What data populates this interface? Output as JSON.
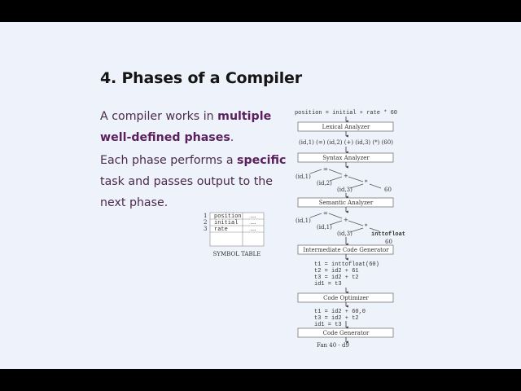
{
  "slide": {
    "title": "4. Phases of a Compiler",
    "paragraphs": [
      {
        "before": "A compiler works in ",
        "bold": "multiple well-defined phases",
        "after": "."
      },
      {
        "before": "Each phase performs a ",
        "bold": "specific",
        "after": " task and passes output to the next phase."
      }
    ]
  },
  "diagram": {
    "source": "position = initial + rate * 60",
    "phases": [
      "Lexical Analyzer",
      "Syntax Analyzer",
      "Semantic Analyzer",
      "Intermediate Code Generator",
      "Code Optimizer",
      "Code Generator"
    ],
    "tokens": "(id,1) (=) (id,2) (+) (id,3) (*) (60)",
    "syntax_tree": {
      "assign": "=",
      "plus": "+",
      "times": "*",
      "id1": "(id,1)",
      "id2": "(id,2)",
      "id3": "(id,3)",
      "num": "60"
    },
    "semantic_tree": {
      "assign": "=",
      "plus": "+",
      "times": "*",
      "id1": "(id,1)",
      "id2": "(id,1)",
      "id3": "(id,3)",
      "conv": "inttofloat",
      "num": "60"
    },
    "intermediate_code": [
      "t1 = inttofloat(60)",
      "t2 = id2 + 61",
      "t3 = id2 + t2",
      "id1 = t3"
    ],
    "optimized_code": [
      "t1 = id2 + 60,0",
      "t3 = id2 + t2",
      "id1 = t3"
    ],
    "target_code_partial": "Fan 40 - d9"
  },
  "symbol_table": {
    "caption": "SYMBOL TABLE",
    "rows": [
      {
        "index": "1",
        "name": "position",
        "attr": "..."
      },
      {
        "index": "2",
        "name": "initial",
        "attr": "..."
      },
      {
        "index": "3",
        "name": "rate",
        "attr": "..."
      }
    ]
  }
}
